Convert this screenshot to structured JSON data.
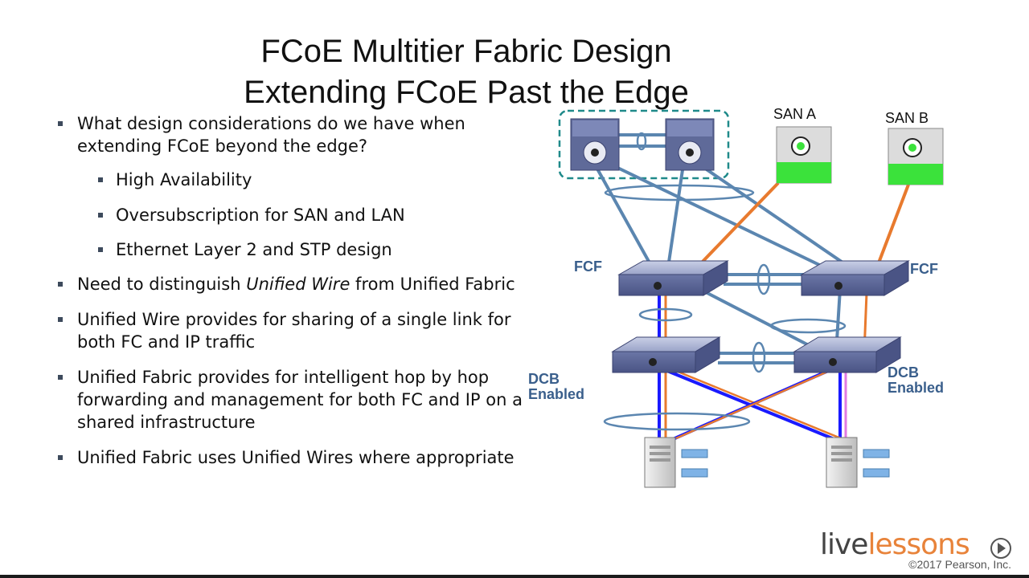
{
  "title": {
    "line1": "FCoE Multitier Fabric Design",
    "line2": "Extending FCoE Past the Edge"
  },
  "bullets": [
    {
      "text": "What design considerations do we have when extending FCoE beyond the edge?",
      "level": 1
    },
    {
      "text": "High Availability",
      "level": 2
    },
    {
      "text": "Oversubscription for SAN and LAN",
      "level": 2
    },
    {
      "text": "Ethernet Layer 2 and STP design",
      "level": 2
    },
    {
      "pre": "Need to distinguish ",
      "em": "Unified Wire",
      "post": " from Unified Fabric",
      "level": 1
    },
    {
      "text": "Unified Wire provides for sharing of a single link for both FC and IP traffic",
      "level": 1
    },
    {
      "text": "Unified Fabric provides for intelligent hop by hop forwarding and management for both FC and IP on a shared infrastructure",
      "level": 1
    },
    {
      "text": "Unified Fabric uses Unified Wires where appropriate",
      "level": 1
    }
  ],
  "diagram": {
    "san_a": "SAN A",
    "san_b": "SAN B",
    "fcf_left": "FCF",
    "fcf_right": "FCF",
    "dcb_left_1": "DCB",
    "dcb_left_2": "Enabled",
    "dcb_right_1": "DCB",
    "dcb_right_2": "Enabled",
    "colors": {
      "switch": "#5f6a99",
      "link_blue": "#5b86b0",
      "link_orange": "#e87a2e",
      "fc_green": "#3be23b",
      "dashed_box": "#1f8a8a",
      "fcf_label": "#3a5f8c"
    }
  },
  "branding": {
    "logo_live": "live",
    "logo_lessons": "lessons",
    "copyright": "©2017 Pearson, Inc."
  }
}
